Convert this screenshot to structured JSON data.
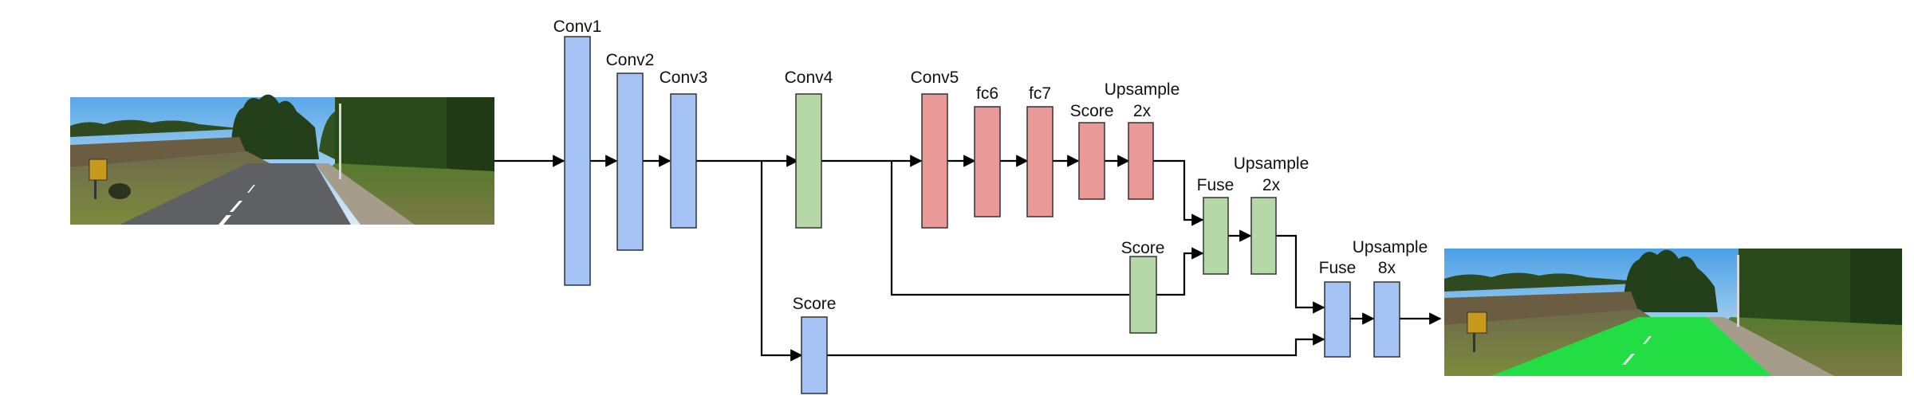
{
  "layers": {
    "conv1": {
      "label": "Conv1"
    },
    "conv2": {
      "label": "Conv2"
    },
    "conv3": {
      "label": "Conv3"
    },
    "conv4": {
      "label": "Conv4"
    },
    "conv5": {
      "label": "Conv5"
    },
    "fc6": {
      "label": "fc6"
    },
    "fc7": {
      "label": "fc7"
    },
    "score_top": {
      "label": "Score"
    },
    "upsample_top": {
      "label_line1": "Upsample",
      "label_line2": "2x"
    },
    "fuse_1": {
      "label": "Fuse"
    },
    "upsample_mid": {
      "label_line1": "Upsample",
      "label_line2": "2x"
    },
    "score_mid": {
      "label": "Score"
    },
    "score_low": {
      "label": "Score"
    },
    "fuse_2": {
      "label": "Fuse"
    },
    "upsample_final": {
      "label_line1": "Upsample",
      "label_line2": "8x"
    }
  },
  "colors": {
    "blue": "#a4c2f4",
    "green": "#b6d7a8",
    "red": "#ea9999",
    "segmentation": "#22dd44"
  },
  "images": {
    "input": {
      "name": "input-road-image"
    },
    "output": {
      "name": "output-road-segmentation"
    }
  }
}
